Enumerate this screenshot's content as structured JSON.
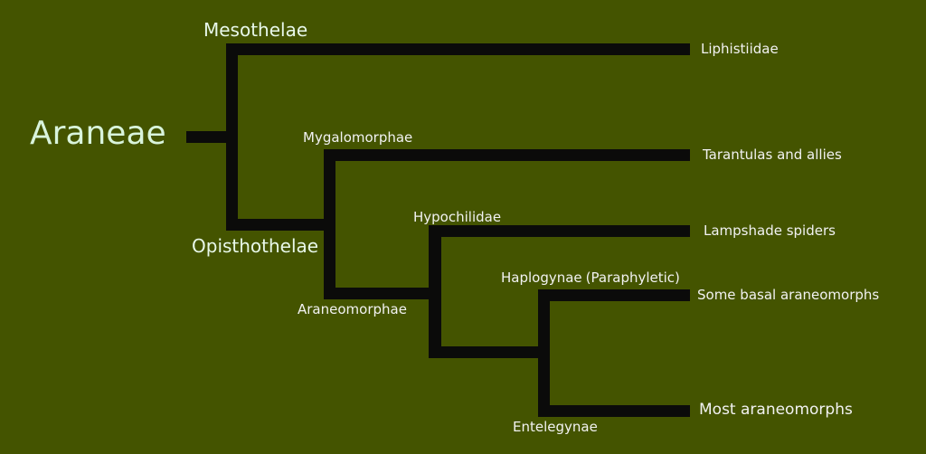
{
  "diagram": {
    "root": "Araneae",
    "clades": {
      "mesothelae": "Mesothelae",
      "opisthothelae": "Opisthothelae",
      "mygalomorphae": "Mygalomorphae",
      "araneomorphae": "Araneomorphae",
      "hypochilidae": "Hypochilidae",
      "haplogynae": "Haplogynae",
      "haplogynae_note": "(Paraphyletic)",
      "entelegynae": "Entelegynae"
    },
    "leaves": [
      "Liphistiidae",
      "Tarantulas and allies",
      "Lampshade spiders",
      "Some basal araneomorphs",
      "Most araneomorphs"
    ]
  },
  "colors": {
    "background": "#445400",
    "branch": "#0b0b0a",
    "text": "#f2f2f2"
  }
}
